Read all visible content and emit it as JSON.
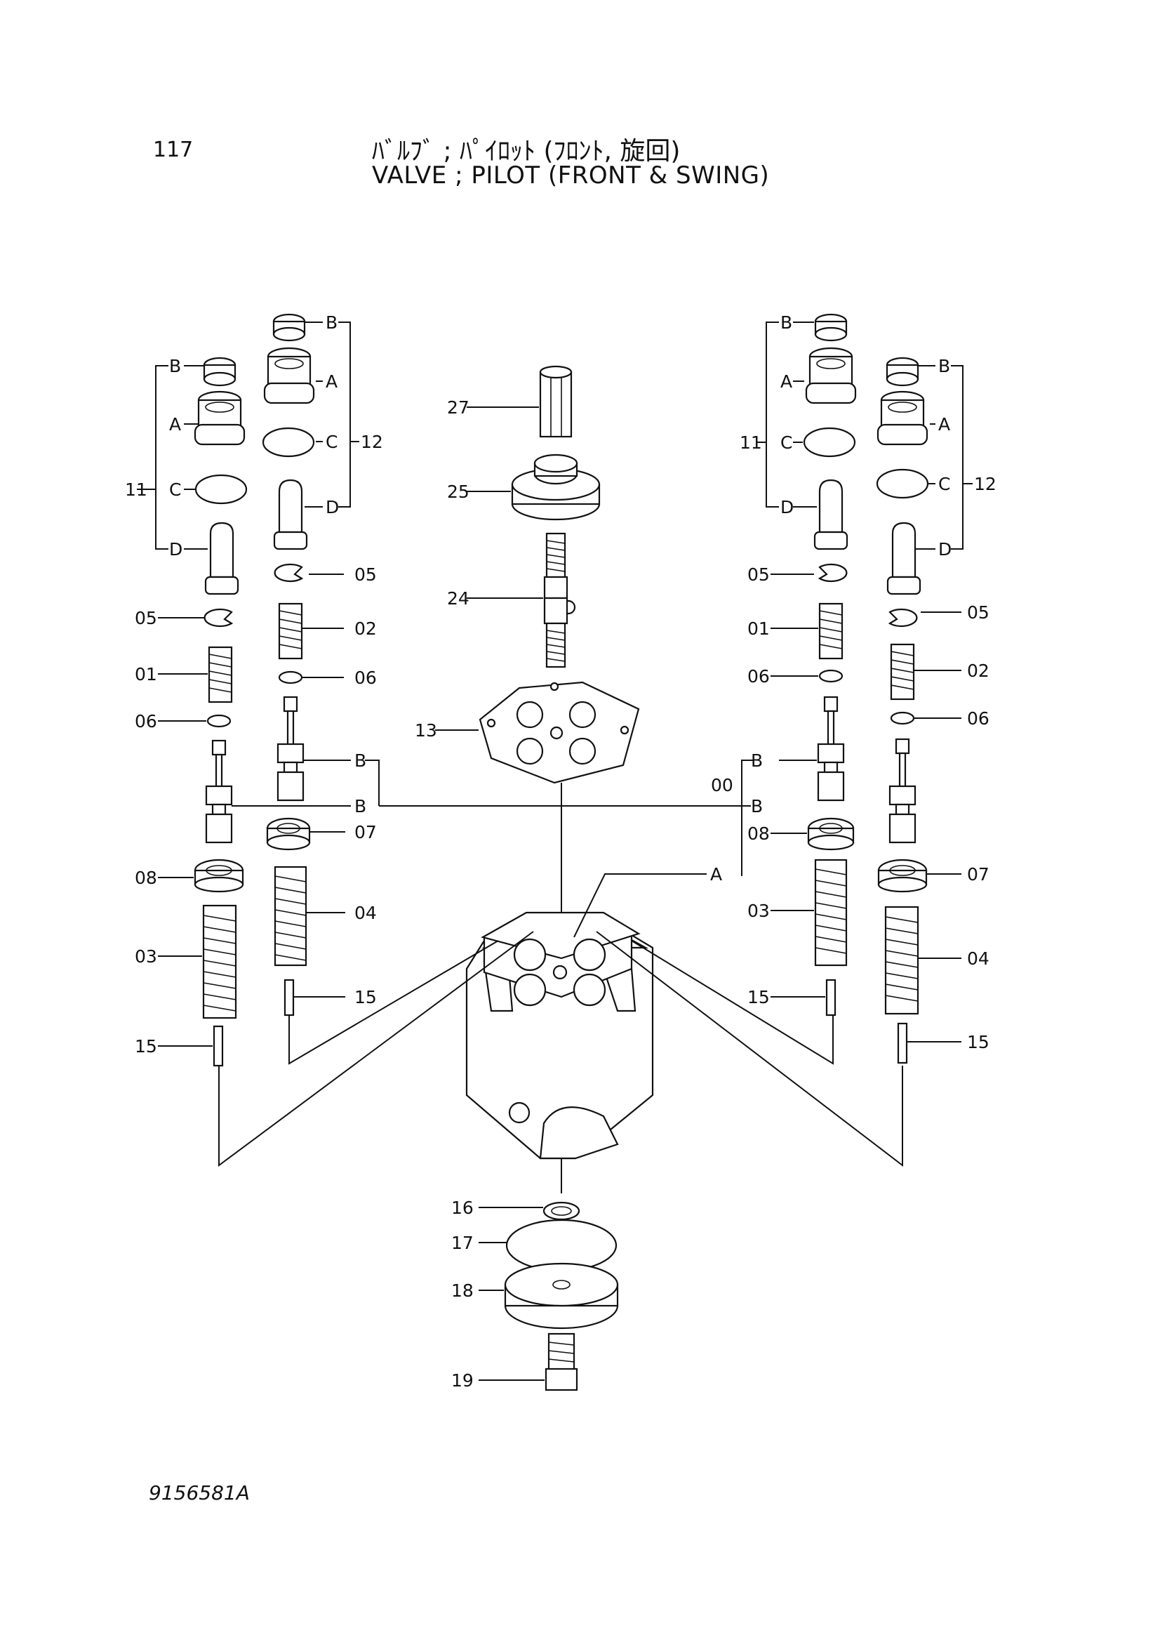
{
  "header": {
    "page_number": "117",
    "title_jp": "ﾊﾞﾙﾌﾞ ; ﾊﾟｲﾛｯﾄ (ﾌﾛﾝﾄ, 旋回)",
    "title_en": "VALVE ; PILOT (FRONT & SWING)"
  },
  "footer": {
    "drawing_number": "9156581A"
  },
  "labels": {
    "p27": "27",
    "p25": "25",
    "p24": "24",
    "p13": "13",
    "p16": "16",
    "p17": "17",
    "p18": "18",
    "p19": "19",
    "l11": "11",
    "l12": "12",
    "lB1": "B",
    "lA1": "A",
    "lC1": "C",
    "lD1": "D",
    "lB2": "B",
    "lA2": "A",
    "lC2": "C",
    "lD2": "D",
    "l05a": "05",
    "l05b": "05",
    "l02": "02",
    "l01": "01",
    "l06a": "06",
    "l06b": "06",
    "lBb1": "B",
    "lBb2": "B",
    "l07": "07",
    "l08": "08",
    "l04": "04",
    "l03": "03",
    "l15a": "15",
    "l15b": "15",
    "r11": "11",
    "r12": "12",
    "rB1": "B",
    "rA1": "A",
    "rC1": "C",
    "rD1": "D",
    "rB2": "B",
    "rA2": "A",
    "rC2": "C",
    "rD2": "D",
    "r05a": "05",
    "r05b": "05",
    "r01": "01",
    "r02": "02",
    "r06a": "06",
    "r06b": "06",
    "r00": "00",
    "rBb1": "B",
    "rBb2": "B",
    "r08": "08",
    "r07": "07",
    "rA": "A",
    "r03": "03",
    "r04": "04",
    "r15a": "15",
    "r15b": "15"
  }
}
